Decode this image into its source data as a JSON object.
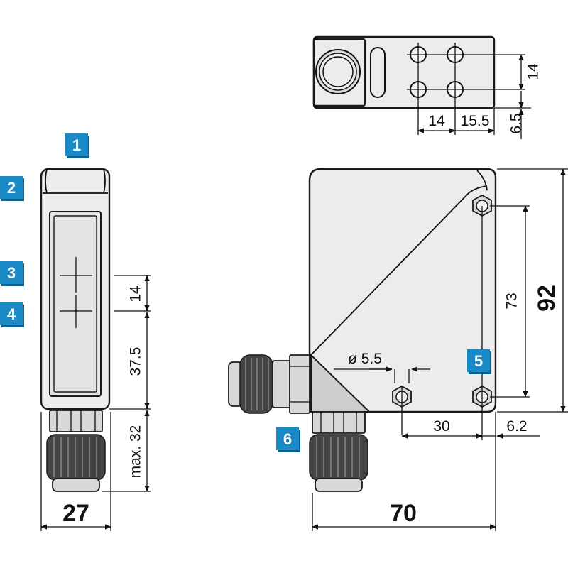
{
  "badges": {
    "b1": "1",
    "b2": "2",
    "b3": "3",
    "b4": "4",
    "b5": "5",
    "b6": "6"
  },
  "dimensions": {
    "bracket_14_vertical": "14",
    "bracket_14_horizontal": "14",
    "bracket_15_5": "15.5",
    "bracket_6_5": "6.5",
    "front_14": "14",
    "front_37_5": "37.5",
    "front_max_32": "max. 32",
    "front_width": "27",
    "side_hole_dia": "ø 5.5",
    "side_73": "73",
    "side_height": "92",
    "side_30": "30",
    "side_6_2": "6.2",
    "side_width": "70"
  },
  "colors": {
    "badge_fill": "#1a8ac6",
    "badge_shadow": "#0d5f8c",
    "body_fill": "#ececec",
    "line": "#111111"
  }
}
